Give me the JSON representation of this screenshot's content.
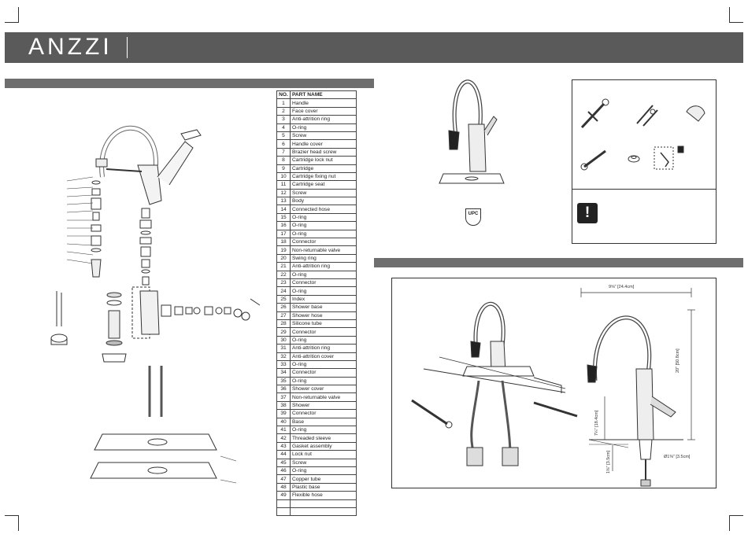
{
  "brand": {
    "logo_text": "ANZZI"
  },
  "parts_table": {
    "headers": [
      "NO.",
      "PART NAME"
    ],
    "rows": [
      [
        "1",
        "Handle"
      ],
      [
        "2",
        "Face cover"
      ],
      [
        "3",
        "Anti-attrition ring"
      ],
      [
        "4",
        "O-ring"
      ],
      [
        "5",
        "Screw"
      ],
      [
        "6",
        "Handle cover"
      ],
      [
        "7",
        "Brazier head screw"
      ],
      [
        "8",
        "Cartridge lock nut"
      ],
      [
        "9",
        "Cartridge"
      ],
      [
        "10",
        "Cartridge fixing nut"
      ],
      [
        "11",
        "Cartridge seat"
      ],
      [
        "12",
        "Screw"
      ],
      [
        "13",
        "Body"
      ],
      [
        "14",
        "Connected hose"
      ],
      [
        "15",
        "O-ring"
      ],
      [
        "16",
        "O-ring"
      ],
      [
        "17",
        "O-ring"
      ],
      [
        "18",
        "Connector"
      ],
      [
        "19",
        "Non-returnable valve"
      ],
      [
        "20",
        "Swing ring"
      ],
      [
        "21",
        "Anti-attrition ring"
      ],
      [
        "22",
        "O-ring"
      ],
      [
        "23",
        "Connector"
      ],
      [
        "24",
        "O-ring"
      ],
      [
        "25",
        "Index"
      ],
      [
        "26",
        "Shower base"
      ],
      [
        "27",
        "Shower hose"
      ],
      [
        "28",
        "Silicone tube"
      ],
      [
        "29",
        "Connector"
      ],
      [
        "30",
        "O-ring"
      ],
      [
        "31",
        "Anti-attrition ring"
      ],
      [
        "32",
        "Anti-attrition cover"
      ],
      [
        "33",
        "O-ring"
      ],
      [
        "34",
        "Connector"
      ],
      [
        "35",
        "O-ring"
      ],
      [
        "36",
        "Shower cover"
      ],
      [
        "37",
        "Non-returnable valve"
      ],
      [
        "38",
        "Shower"
      ],
      [
        "39",
        "Connector"
      ],
      [
        "40",
        "Base"
      ],
      [
        "41",
        "O-ring"
      ],
      [
        "42",
        "Threaded sleeve"
      ],
      [
        "43",
        "Gasket assembly"
      ],
      [
        "44",
        "Lock nut"
      ],
      [
        "45",
        "Screw"
      ],
      [
        "46",
        "O-ring"
      ],
      [
        "47",
        "Copper tube"
      ],
      [
        "48",
        "Plastic base"
      ],
      [
        "49",
        "Flexible hose"
      ],
      [
        "",
        ""
      ],
      [
        "",
        ""
      ]
    ]
  },
  "certification": {
    "mark": "UPC"
  },
  "dimensions": {
    "reach": "9⅝\" [24.4cm]",
    "height": "20\" [50.8cm]",
    "spout_height": "7¼\" [18.4cm]",
    "deck": "1⅜\" [3.5cm]",
    "hole": "Ø1⅜\" [3.5cm]"
  },
  "colors": {
    "header_bar": "#5a5a5a",
    "section_bar": "#6e6e6e",
    "line_art": "#333333"
  }
}
